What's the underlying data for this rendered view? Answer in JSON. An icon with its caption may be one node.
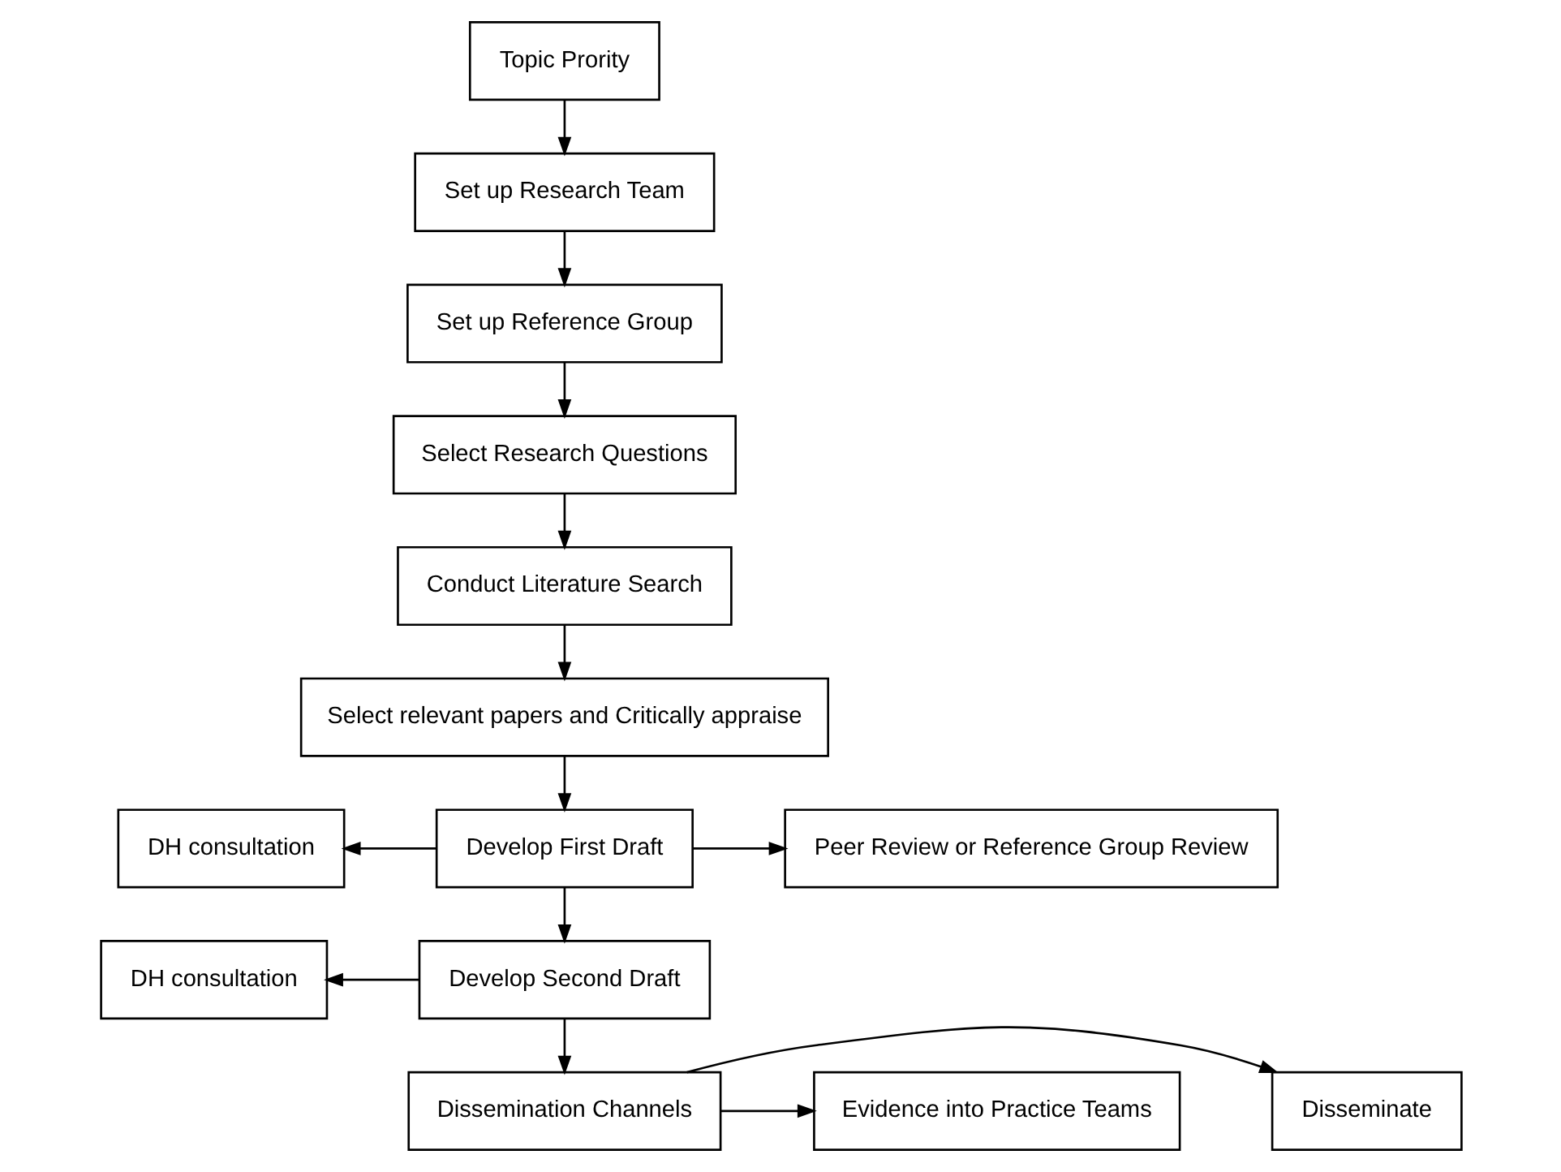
{
  "diagram": {
    "nodes": [
      {
        "text": [
          "Topic Prority"
        ]
      },
      {
        "text": [
          "Set up Research Team"
        ]
      },
      {
        "text": [
          "Set up Reference Group"
        ]
      },
      {
        "text": [
          "Select Research Questions"
        ]
      },
      {
        "text": [
          "Conduct Literature Search"
        ]
      },
      {
        "text": [
          "Select relevant papers and Critically appraise"
        ]
      },
      {
        "text": [
          "DH consultation"
        ]
      },
      {
        "text": [
          "Develop First Draft"
        ]
      },
      {
        "text": [
          "Peer Review or Reference Group Review"
        ]
      },
      {
        "text": [
          "DH consultation"
        ]
      },
      {
        "text": [
          "Develop Second Draft"
        ]
      },
      {
        "text": [
          "Disseminate"
        ]
      },
      {
        "text": [
          "Dissemination Channels"
        ]
      },
      {
        "text": [
          "Evidence into Practice Teams"
        ]
      }
    ],
    "edges": [
      {
        "from": 0,
        "to": 1,
        "arrow": "to"
      },
      {
        "from": 1,
        "to": 2,
        "arrow": "to"
      },
      {
        "from": 2,
        "to": 3,
        "arrow": "to"
      },
      {
        "from": 3,
        "to": 4,
        "arrow": "to"
      },
      {
        "from": 4,
        "to": 5,
        "arrow": "to"
      },
      {
        "from": 5,
        "to": 7,
        "arrow": "to"
      },
      {
        "from": 7,
        "to": 6,
        "arrow": "to"
      },
      {
        "from": 7,
        "to": 8,
        "arrow": "to"
      },
      {
        "from": 7,
        "to": 10,
        "arrow": "to"
      },
      {
        "from": 10,
        "to": 9,
        "arrow": "to"
      },
      {
        "from": 10,
        "to": 12,
        "arrow": "to"
      },
      {
        "from": 12,
        "to": 11,
        "arrow": "to"
      },
      {
        "from": 12,
        "to": 13,
        "arrow": "to"
      }
    ]
  }
}
